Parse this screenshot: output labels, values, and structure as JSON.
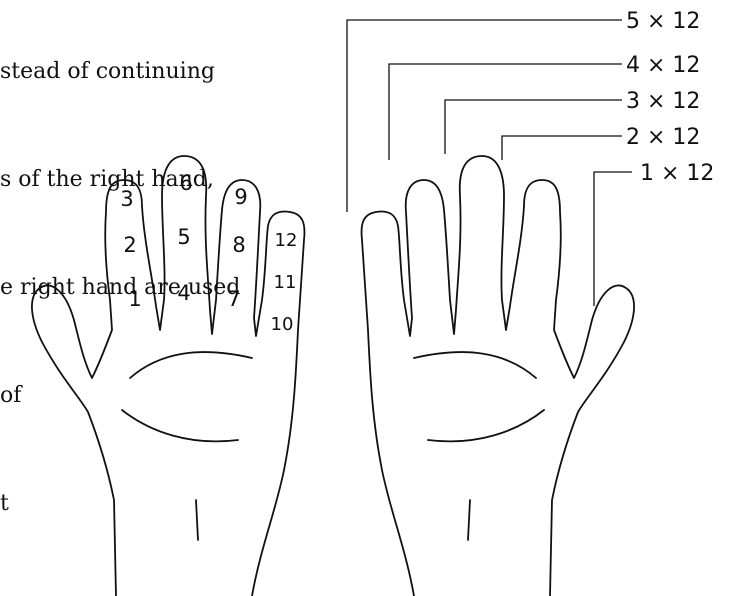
{
  "text_lines": [
    "stead of continuing",
    "s of the right hand,",
    "e right hand are used",
    "of",
    "t"
  ],
  "left_hand": {
    "finger_numbers": [
      [
        "1",
        "2",
        "3"
      ],
      [
        "4",
        "5",
        "6"
      ],
      [
        "7",
        "8",
        "9"
      ],
      [
        "10",
        "11",
        "12"
      ]
    ]
  },
  "right_hand": {
    "finger_labels": [
      "5 × 12",
      "4 × 12",
      "3 × 12",
      "2 × 12",
      "1 × 12"
    ]
  }
}
